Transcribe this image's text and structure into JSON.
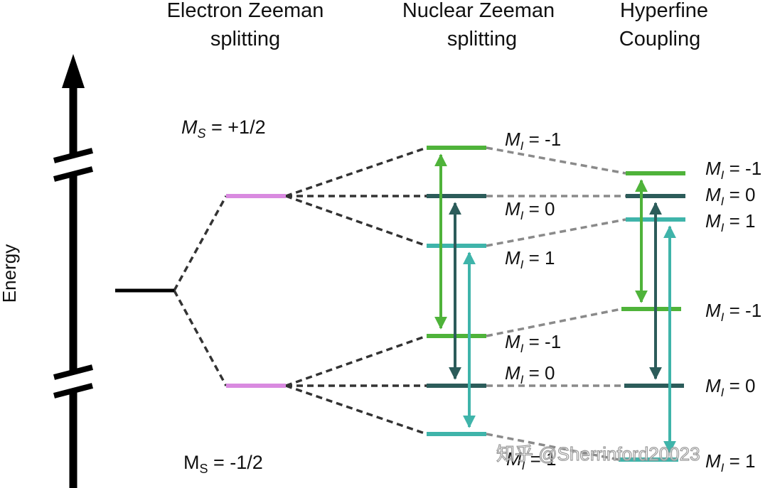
{
  "columns": {
    "electron": {
      "line1": "Electron Zeeman",
      "line2": "splitting"
    },
    "nuclear": {
      "line1": "Nuclear Zeeman",
      "line2": "splitting"
    },
    "hyperfine": {
      "line1": "Hyperfine",
      "line2": "Coupling"
    }
  },
  "axis": {
    "label": "Energy"
  },
  "electron_states": {
    "upper": {
      "symbol": "M",
      "sub": "S",
      "value": " = +1/2"
    },
    "lower": {
      "symbol": "M",
      "sub": "S",
      "value": " = -1/2"
    }
  },
  "nuclear_labels": {
    "upper": [
      {
        "symbol": "M",
        "sub": "I",
        "value": " = -1"
      },
      {
        "symbol": "M",
        "sub": "I",
        "value": " = 0"
      },
      {
        "symbol": "M",
        "sub": "I",
        "value": " = 1"
      }
    ],
    "lower": [
      {
        "symbol": "M",
        "sub": "I",
        "value": " = -1"
      },
      {
        "symbol": "M",
        "sub": "I",
        "value": " = 0"
      },
      {
        "symbol": "M",
        "sub": "I",
        "value": " = 1"
      }
    ]
  },
  "hyperfine_labels": {
    "upper": [
      {
        "symbol": "M",
        "sub": "I",
        "value": " = -1"
      },
      {
        "symbol": "M",
        "sub": "I",
        "value": " = 0"
      },
      {
        "symbol": "M",
        "sub": "I",
        "value": " = 1"
      }
    ],
    "lower": [
      {
        "symbol": "M",
        "sub": "I",
        "value": " = -1"
      },
      {
        "symbol": "M",
        "sub": "I",
        "value": " = 0"
      },
      {
        "symbol": "M",
        "sub": "I",
        "value": " = 1"
      }
    ]
  },
  "colors": {
    "ground_level": "#000000",
    "electron_level": "#d98ae0",
    "mi_minus1": "#4fb33a",
    "mi_0": "#2c5c5a",
    "mi_plus1": "#3fb4aa",
    "connector_dark": "#333333",
    "connector_light": "#8a8a8a"
  },
  "watermark": "知乎 @Sherrinford20023"
}
